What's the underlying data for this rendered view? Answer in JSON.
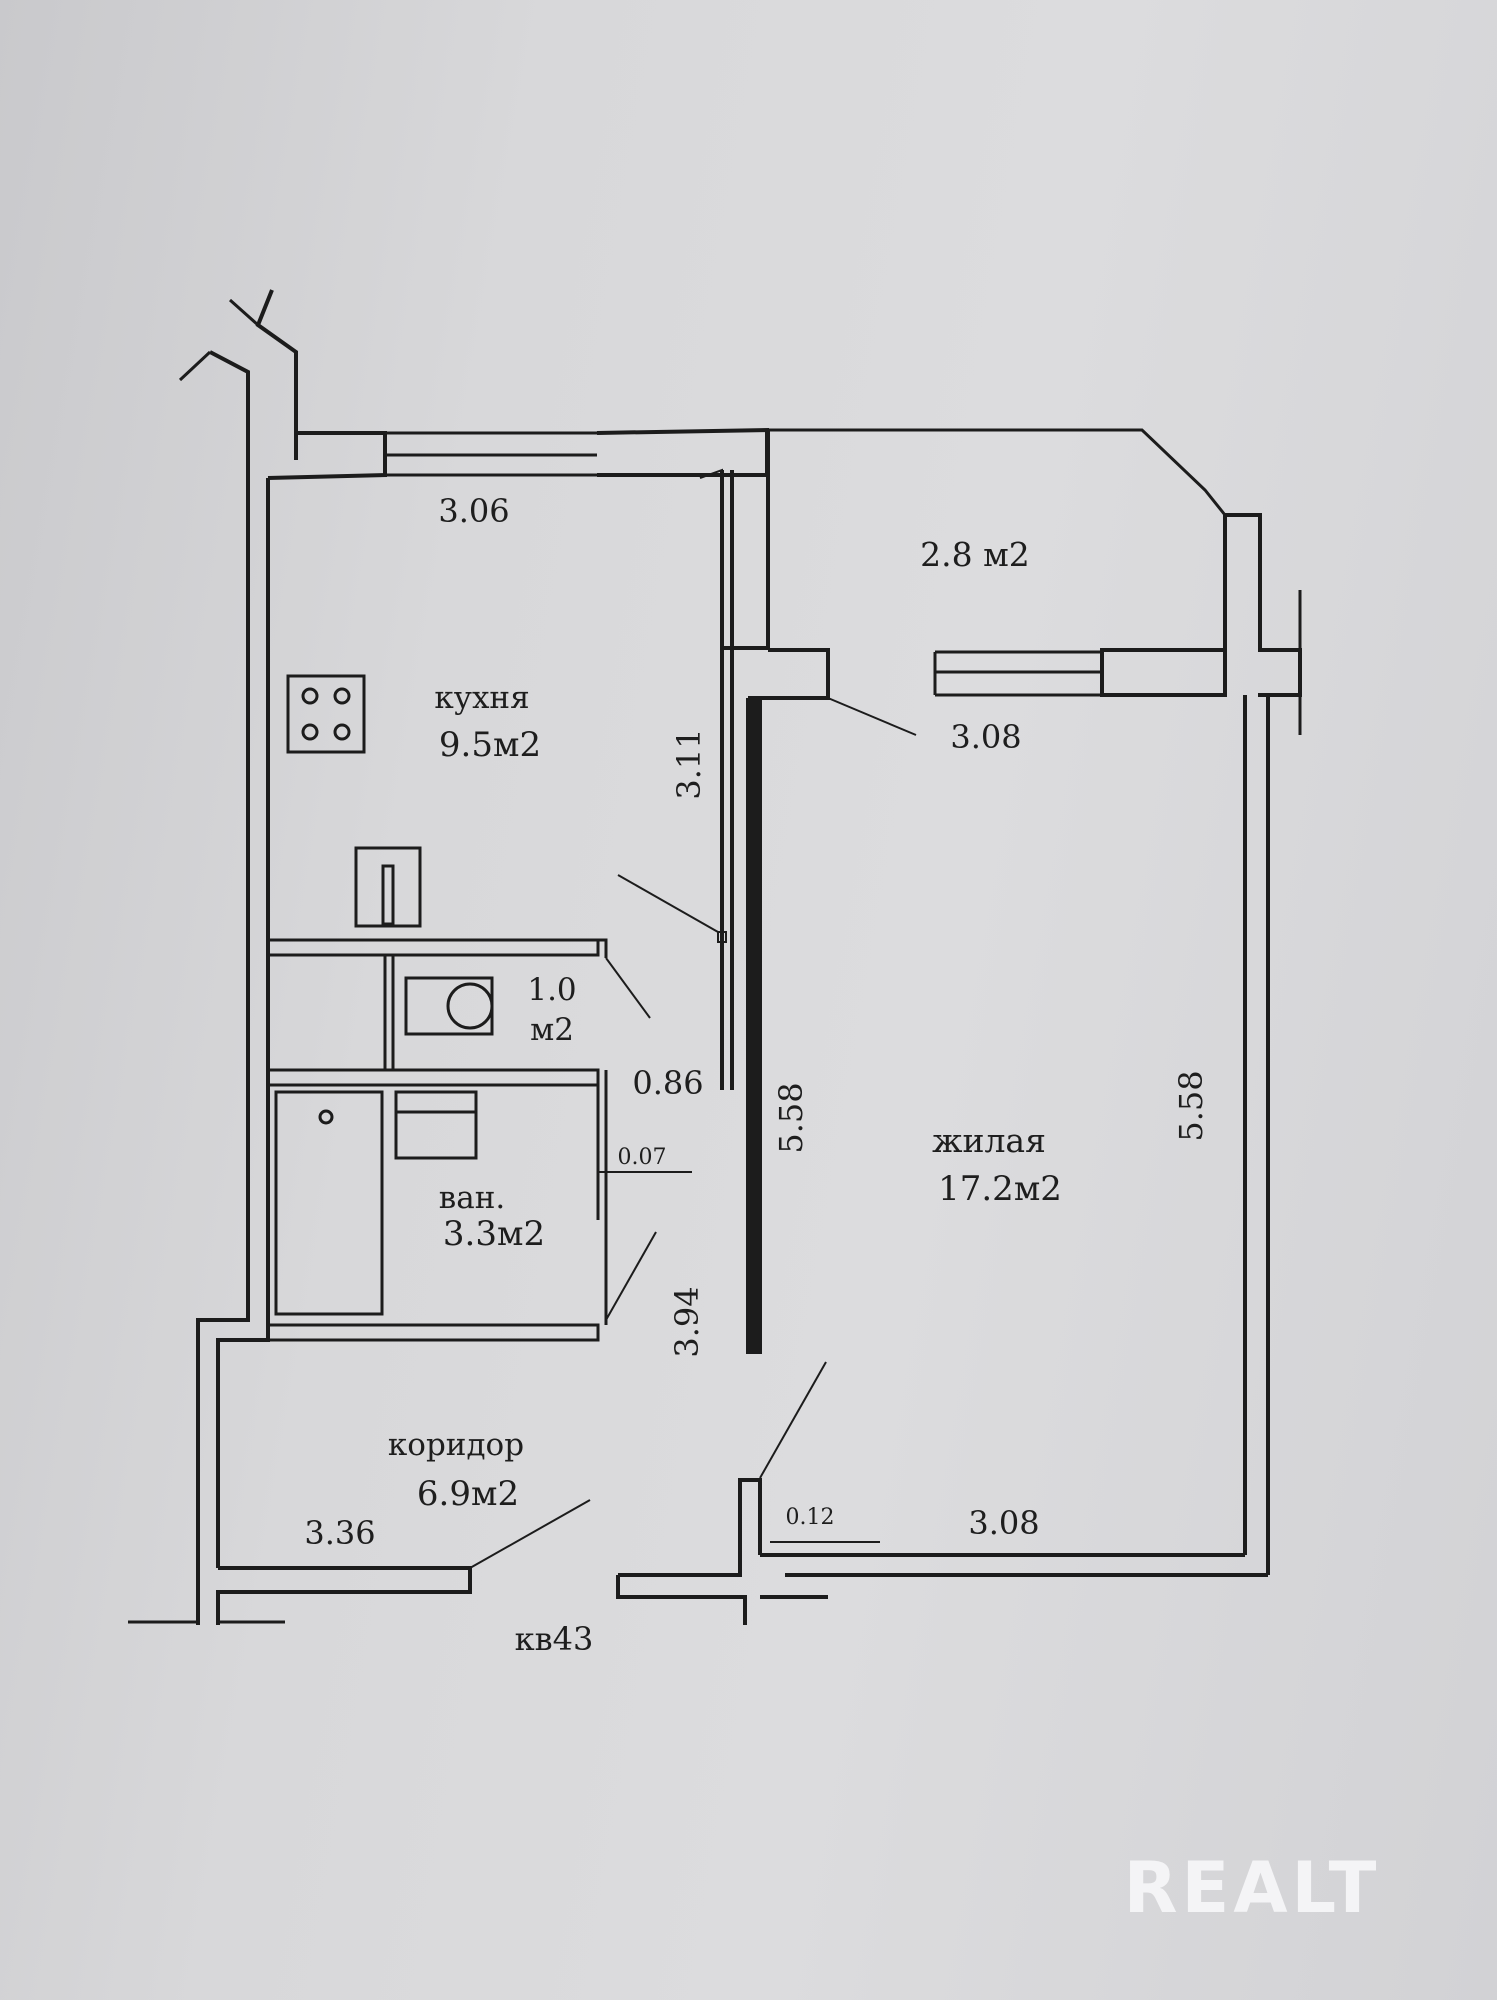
{
  "watermark": "REALT",
  "apartment": "кв43",
  "rooms": {
    "kitchen": {
      "name": "кухня",
      "area": "9.5м2"
    },
    "balcony": {
      "area": "2.8 м2"
    },
    "toilet": {
      "area_line1": "1.0",
      "area_line2": "м2"
    },
    "bathroom": {
      "name": "ван.",
      "area": "3.3м2"
    },
    "corridor": {
      "name": "коридор",
      "area": "6.9м2"
    },
    "living": {
      "name": "жилая",
      "area": "17.2м2"
    }
  },
  "dimensions": {
    "kitchen_width": "3.06",
    "kitchen_length": "3.11",
    "balcony_width": "3.08",
    "toilet_width": "0.86",
    "partition": "0.07",
    "corridor_length": "3.94",
    "wall_length_left": "5.58",
    "wall_length_right": "5.58",
    "corridor_width": "3.36",
    "living_width": "3.08",
    "wall_thickness": "0.12"
  },
  "colors": {
    "wall": "#1c1c1c",
    "paper": "#dcdcde",
    "watermark": "#f4f4f6"
  }
}
